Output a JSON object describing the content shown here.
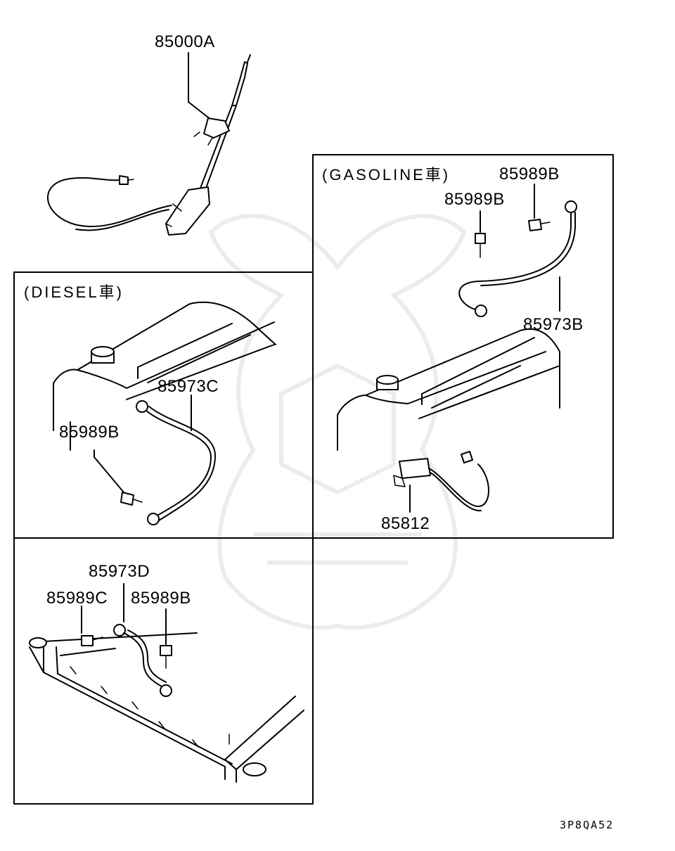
{
  "diagram": {
    "reference_code": "3P8QA52",
    "sections": {
      "diesel": {
        "label": "(DIESEL車)"
      },
      "gasoline": {
        "label": "(GASOLINE車)"
      }
    },
    "callouts": {
      "c85000A": "85000A",
      "c85989B_gas_upper": "85989B",
      "c85989B_gas_lower": "85989B",
      "c85973B": "85973B",
      "c85812": "85812",
      "c85973C": "85973C",
      "c85989B_diesel": "85989B",
      "c85973D": "85973D",
      "c85989C": "85989C",
      "c85989B_frame": "85989B"
    }
  }
}
